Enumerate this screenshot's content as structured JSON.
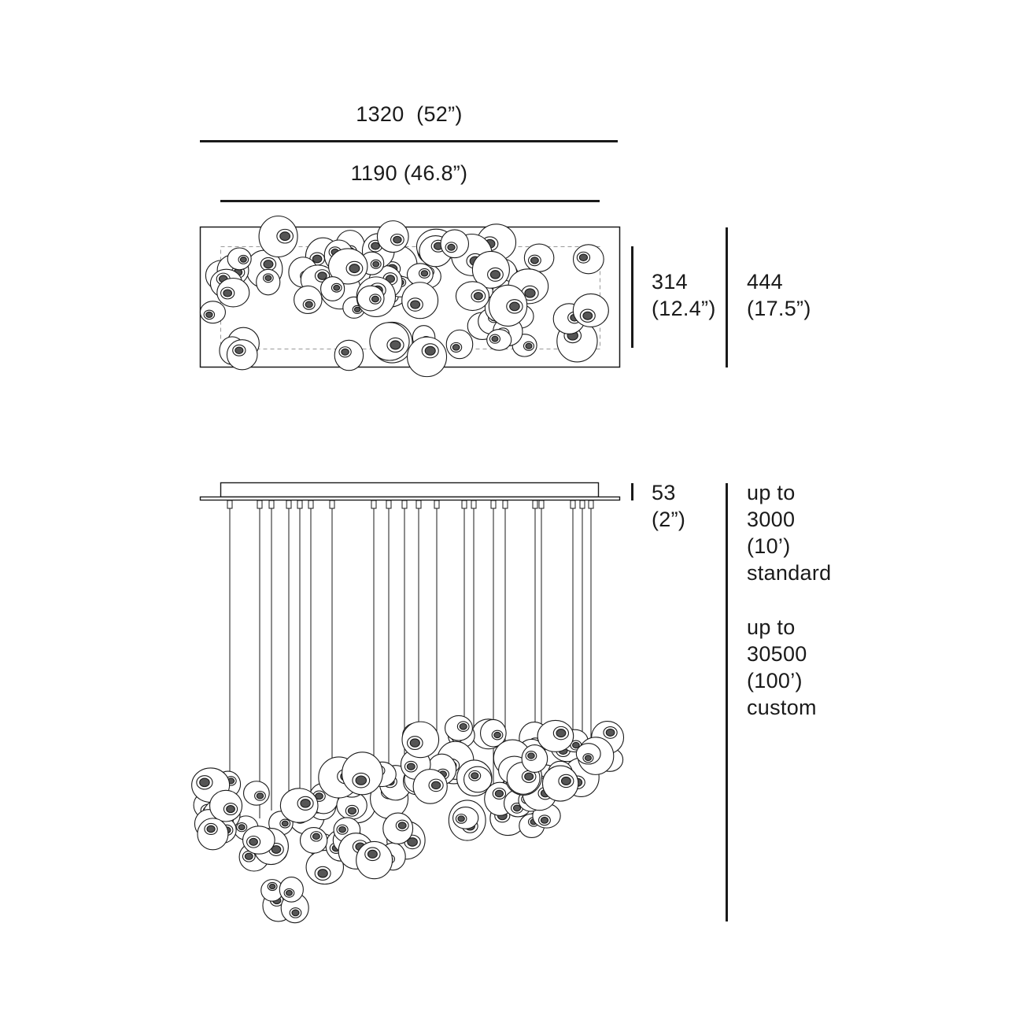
{
  "dimensions": {
    "overall_width": {
      "value": "1320",
      "imperial": "(52”)"
    },
    "canopy_width": {
      "value": "1190",
      "imperial": "(46.8”)"
    },
    "inner_depth": {
      "value": "314",
      "imperial": "(12.4”)"
    },
    "outer_depth": {
      "value": "444",
      "imperial": "(17.5”)"
    },
    "canopy_height": {
      "value": "53",
      "imperial": "(2”)"
    },
    "drop_standard": {
      "prefix": "up to",
      "value": "3000",
      "imperial": "(10’)",
      "note": "standard"
    },
    "drop_custom": {
      "prefix": "up to",
      "value": "30500",
      "imperial": "(100’)",
      "note": "custom"
    }
  },
  "colors": {
    "line": "#1a1a1a",
    "background": "#ffffff"
  }
}
